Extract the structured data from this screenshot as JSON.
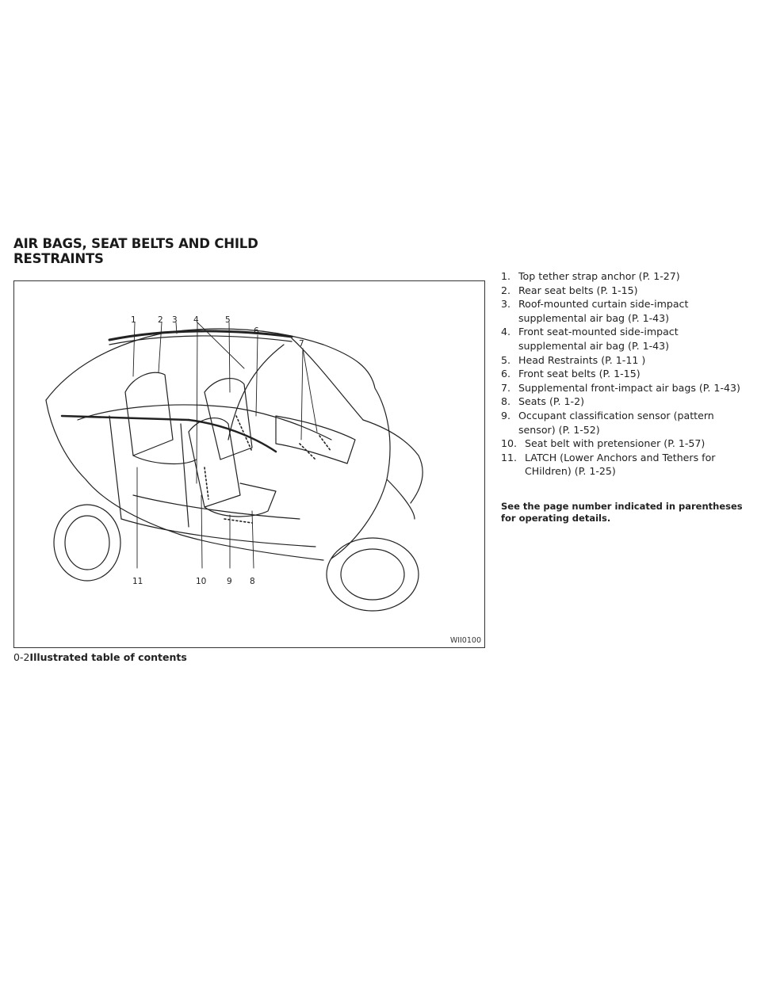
{
  "section_title": {
    "line1": "AIR BAGS, SEAT BELTS AND CHILD",
    "line2": "RESTRAINTS"
  },
  "figure": {
    "code": "WII0100",
    "callouts": [
      "1",
      "2",
      "3",
      "4",
      "5",
      "6",
      "7",
      "8",
      "9",
      "10",
      "11"
    ]
  },
  "items": [
    {
      "num": "1.",
      "text": "Top tether strap anchor (P. 1-27)"
    },
    {
      "num": "2.",
      "text": "Rear seat belts (P. 1-15)"
    },
    {
      "num": "3.",
      "text": "Roof-mounted curtain side-impact supplemental air bag (P. 1-43)"
    },
    {
      "num": "4.",
      "text": "Front seat-mounted side-impact supplemental air bag (P. 1-43)"
    },
    {
      "num": "5.",
      "text": "Head Restraints (P. 1-11 )"
    },
    {
      "num": "6.",
      "text": "Front seat belts (P. 1-15)"
    },
    {
      "num": "7.",
      "text": "Supplemental front-impact air bags (P. 1-43)"
    },
    {
      "num": "8.",
      "text": "Seats (P. 1-2)"
    },
    {
      "num": "9.",
      "text": "Occupant classification sensor (pattern sensor) (P. 1-52)"
    },
    {
      "num": "10.",
      "text": "Seat belt with pretensioner (P. 1-57)"
    },
    {
      "num": "11.",
      "text": "LATCH (Lower Anchors and Tethers for CHildren) (P. 1-25)"
    }
  ],
  "note": "See the page number indicated in parentheses for operating details.",
  "footer": {
    "page_number": "0-2",
    "label": "Illustrated table of contents"
  }
}
